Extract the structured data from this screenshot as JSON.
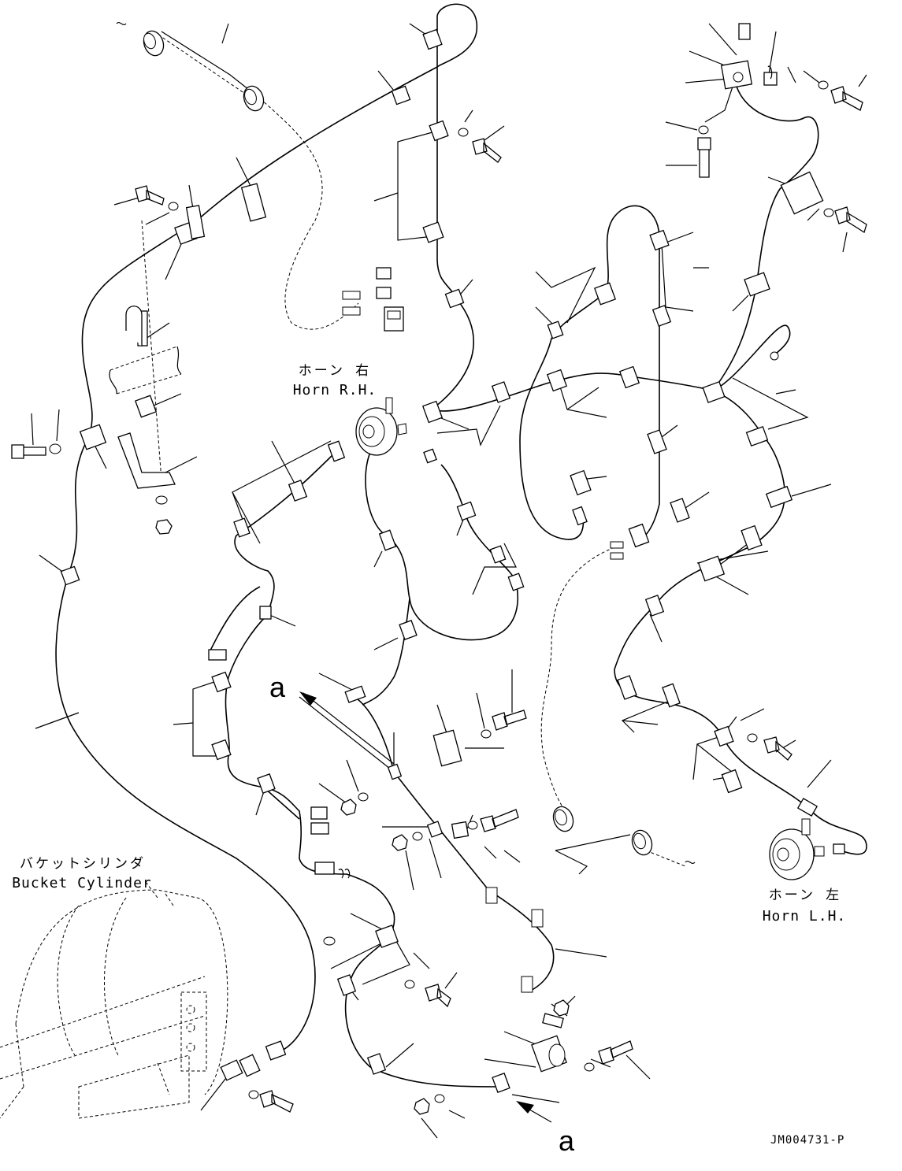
{
  "labels": {
    "horn_rh_jp": "ホーン 右",
    "horn_rh_en": "Horn R.H.",
    "horn_lh_jp": "ホーン 左",
    "horn_lh_en": "Horn L.H.",
    "bucket_cylinder_jp": "バケットシリンダ",
    "bucket_cylinder_en": "Bucket Cylinder",
    "view_mark_upper": "a",
    "view_mark_lower": "a",
    "drawing_code": "JM004731-P"
  },
  "icons": {
    "clip": "clamp-icon",
    "bolt": "bolt-icon",
    "washer": "washer-icon",
    "nut": "nut-icon",
    "grommet": "grommet-icon",
    "connector": "connector-icon",
    "horn": "horn-icon",
    "bracket": "bracket-icon"
  },
  "colors": {
    "line": "#000000",
    "background": "#ffffff"
  }
}
